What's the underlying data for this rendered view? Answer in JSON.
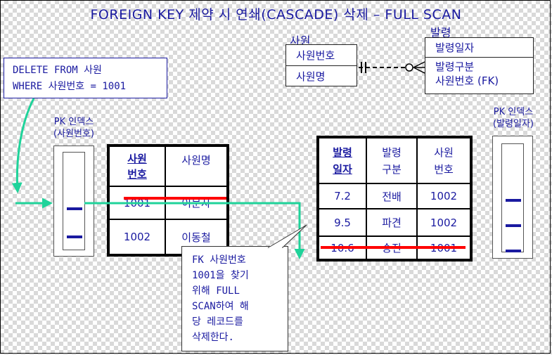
{
  "title": "FOREIGN KEY 제약 시 연쇄(CASCADE) 삭제 – FULL SCAN",
  "entity_employee": {
    "name": "사원",
    "key_attr": "사원번호",
    "attr": "사원명"
  },
  "entity_order": {
    "name": "발령",
    "key_attr": "발령일자",
    "attr1": "발령구분",
    "attr2": "사원번호 (FK)"
  },
  "sql": {
    "line1": "DELETE FROM 사원",
    "line2": "WHERE 사원번호 = 1001"
  },
  "pk_index_left": {
    "line1": "PK 인덱스",
    "line2": "(사원번호)"
  },
  "pk_index_right": {
    "line1": "PK 인덱스",
    "line2": "(발령일자)"
  },
  "employee_table": {
    "headers": [
      "사원\n번호",
      "사원명"
    ],
    "rows": [
      [
        "1001",
        "이문자"
      ],
      [
        "1002",
        "이동철"
      ]
    ],
    "deleted_row_index": 0
  },
  "order_table": {
    "headers": [
      "발령\n일자",
      "발령\n구분",
      "사원\n번호"
    ],
    "rows": [
      [
        "7.2",
        "전배",
        "1002"
      ],
      [
        "9.5",
        "파견",
        "1002"
      ],
      [
        "10.6",
        "승진",
        "1001"
      ]
    ],
    "deleted_row_index": 2
  },
  "callout": "FK 사원번호\n1001을 찾기\n위해 FULL\nSCAN하여 해\n당 레코드를\n삭제한다.",
  "colors": {
    "text": "#1a1aa0",
    "arrow": "#1fd39a",
    "strike": "#ff0000",
    "mark": "#1a1aa0"
  }
}
